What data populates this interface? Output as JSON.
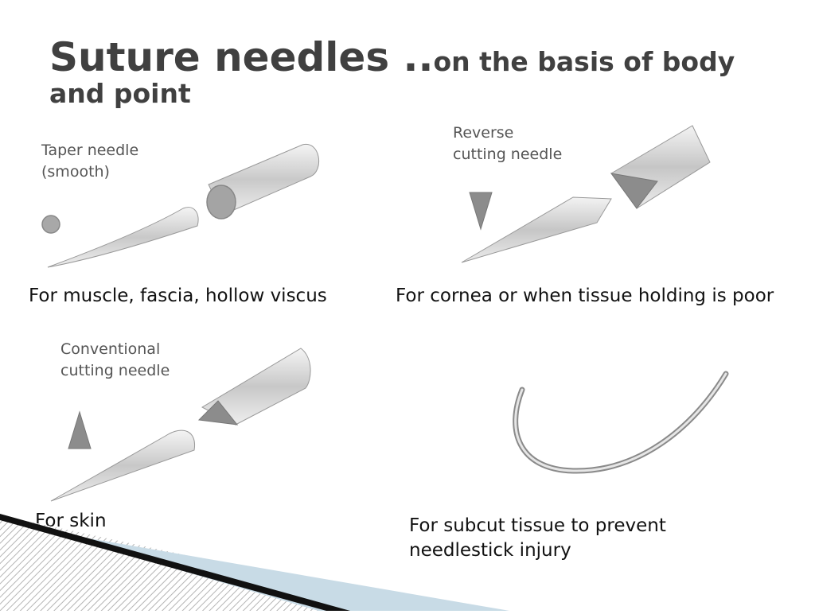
{
  "slide": {
    "title_main": "Suture needles ..",
    "title_rest_line1": "on the basis of body",
    "title_rest_line2": "and point"
  },
  "panels": [
    {
      "label_line1": "Taper needle",
      "label_line2": "(smooth)",
      "caption": "For muscle, fascia, hollow viscus"
    },
    {
      "label_line1": "Reverse",
      "label_line2": "cutting needle",
      "caption": "For cornea or when tissue holding is poor"
    },
    {
      "label_line1": "Conventional",
      "label_line2": "cutting needle",
      "caption": "For skin"
    },
    {
      "label_line1": "",
      "label_line2": "",
      "caption_line1": "For subcut tissue to prevent",
      "caption_line2": "needlestick injury"
    }
  ],
  "colors": {
    "title": "#404040",
    "caption": "#111111",
    "illustration_label": "#555555",
    "needle_fill": "#b8b8b8",
    "needle_outline": "#888888",
    "corner_blue": "#c8dbe6"
  }
}
